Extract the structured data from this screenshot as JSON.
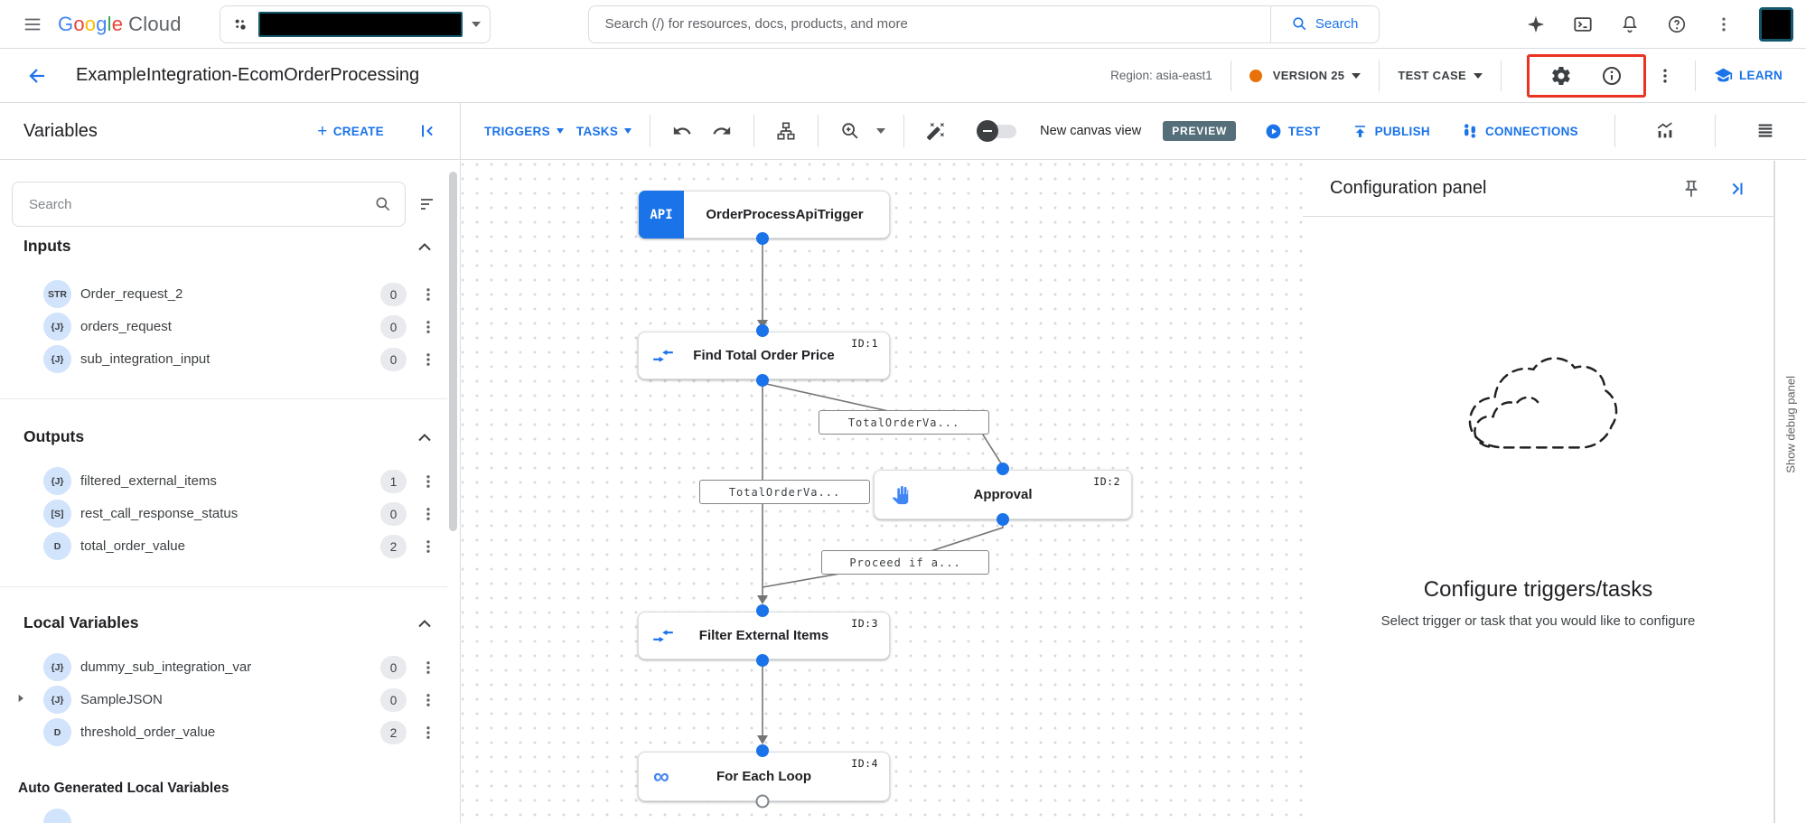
{
  "topbar": {
    "logo_google": "Google",
    "logo_cloud": "Cloud",
    "search_placeholder": "Search (/) for resources, docs, products, and more",
    "search_button_label": "Search"
  },
  "header": {
    "title": "ExampleIntegration-EcomOrderProcessing",
    "region_label": "Region: asia-east1",
    "version_label": "VERSION 25",
    "test_case_label": "TEST CASE",
    "learn_label": "LEARN"
  },
  "toolbar": {
    "variables_title": "Variables",
    "create_label": "CREATE",
    "triggers_label": "TRIGGERS",
    "tasks_label": "TASKS",
    "new_canvas_label": "New canvas view",
    "preview_badge": "PREVIEW",
    "test_label": "TEST",
    "publish_label": "PUBLISH",
    "connections_label": "CONNECTIONS"
  },
  "sidebar": {
    "search_placeholder": "Search",
    "sections": [
      {
        "title": "Inputs",
        "items": [
          {
            "type": "STR",
            "name": "Order_request_2",
            "count": "0"
          },
          {
            "type": "{J}",
            "name": "orders_request",
            "count": "0"
          },
          {
            "type": "{J}",
            "name": "sub_integration_input",
            "count": "0"
          }
        ]
      },
      {
        "title": "Outputs",
        "items": [
          {
            "type": "{J}",
            "name": "filtered_external_items",
            "count": "1"
          },
          {
            "type": "[S]",
            "name": "rest_call_response_status",
            "count": "0"
          },
          {
            "type": "D",
            "name": "total_order_value",
            "count": "2"
          }
        ]
      },
      {
        "title": "Local Variables",
        "items": [
          {
            "type": "{J}",
            "name": "dummy_sub_integration_var",
            "count": "0"
          },
          {
            "type": "{J}",
            "name": "SampleJSON",
            "count": "0"
          },
          {
            "type": "D",
            "name": "threshold_order_value",
            "count": "2"
          }
        ]
      }
    ],
    "auto_generated_title": "Auto Generated Local Variables"
  },
  "canvas": {
    "nodes": [
      {
        "badge": "API",
        "name": "OrderProcessApiTrigger"
      },
      {
        "id_label": "ID:1",
        "name": "Find Total Order Price"
      },
      {
        "id_label": "ID:2",
        "name": "Approval"
      },
      {
        "id_label": "ID:3",
        "name": "Filter External Items"
      },
      {
        "id_label": "ID:4",
        "name": "For Each Loop"
      }
    ],
    "edge_labels": [
      "TotalOrderVa...",
      "TotalOrderVa...",
      "Proceed if a..."
    ]
  },
  "config_panel": {
    "title": "Configuration panel",
    "empty_title": "Configure triggers/tasks",
    "empty_subtitle": "Select trigger or task that you would like to configure"
  },
  "debug_panel_label": "Show debug panel",
  "colors": {
    "accent_blue": "#1a73e8",
    "highlight_red": "#ea3323",
    "version_dot_orange": "#e8710a",
    "preview_badge_bg": "#546e7a",
    "type_badge_bg": "#d2e3fc",
    "count_pill_bg": "#e8eaed"
  }
}
